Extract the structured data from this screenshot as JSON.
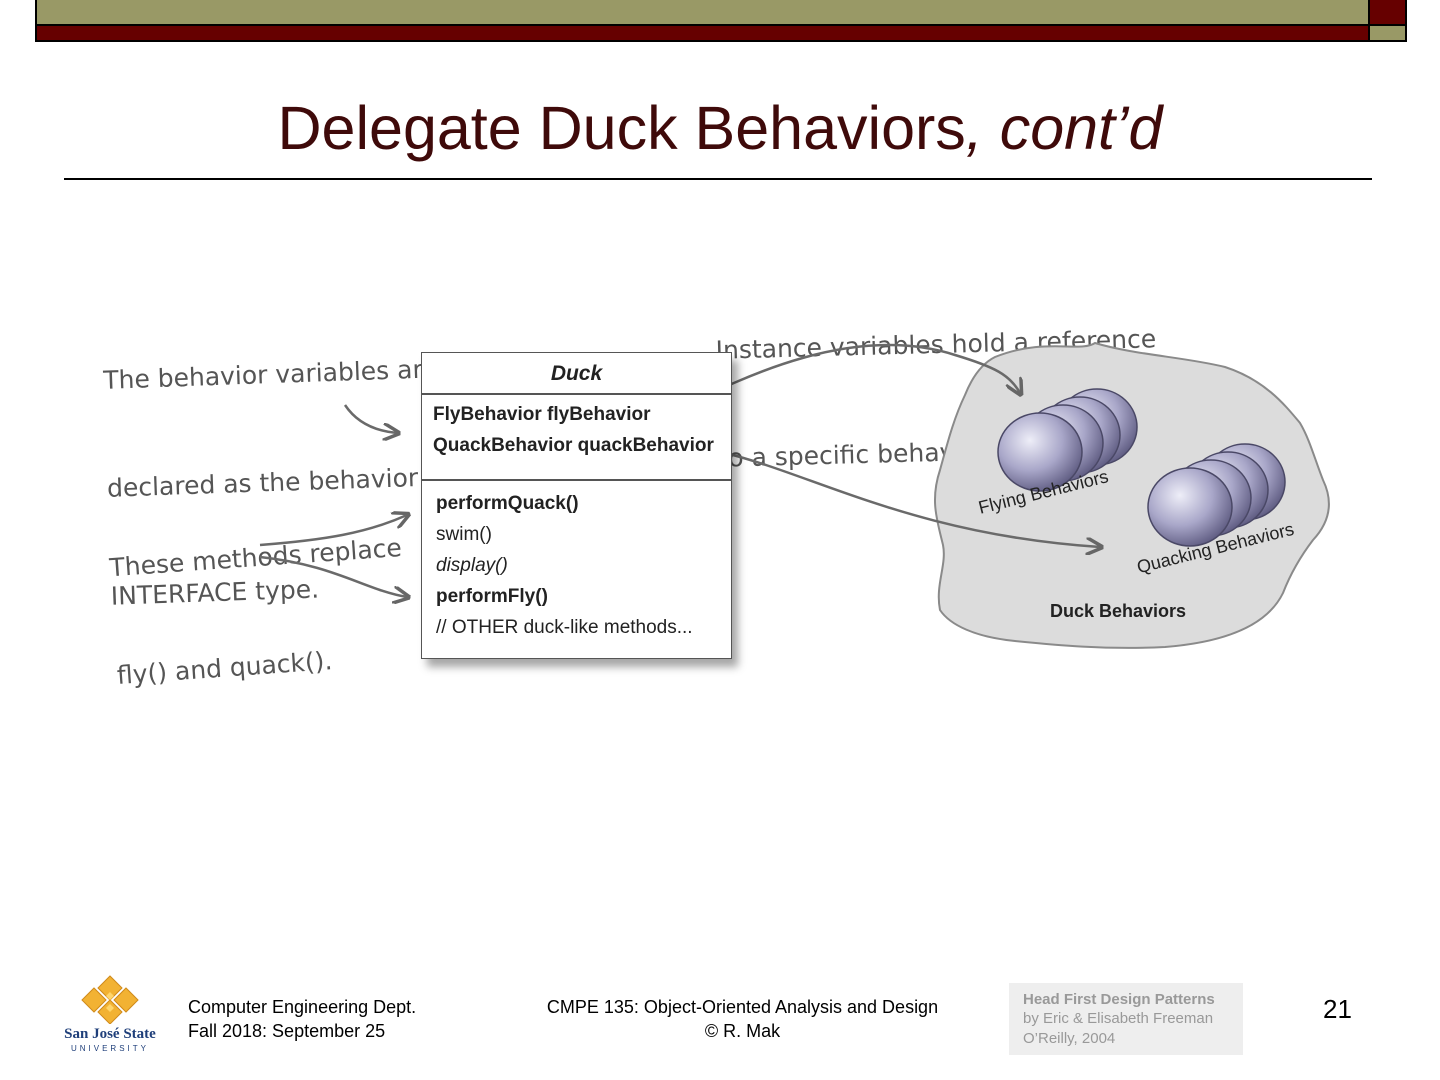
{
  "slide": {
    "title_main": "Delegate Duck Behaviors",
    "title_italic": ", cont’d",
    "number": "21"
  },
  "colors": {
    "olive": "#999966",
    "maroon": "#660000",
    "title": "#3f0a0a"
  },
  "figure": {
    "note_interface": [
      "The behavior variables are",
      "declared as the behavior",
      "INTERFACE type."
    ],
    "note_methods": [
      "These methods replace",
      "fly() and quack()."
    ],
    "note_instance": [
      "Instance variables hold a reference",
      "to a specific behavior at runtime."
    ],
    "duck_class": {
      "name": "Duck",
      "fields": [
        "FlyBehavior  flyBehavior",
        "QuackBehavior  quackBehavior"
      ],
      "methods": [
        "performQuack()",
        "swim()",
        "display()",
        "performFly()",
        "// OTHER duck-like methods..."
      ]
    },
    "behaviors": {
      "flying": "Flying Behaviors",
      "quacking": "Quacking Behaviors",
      "group": "Duck Behaviors"
    }
  },
  "footer": {
    "logo_name": "San José State",
    "logo_sub": "UNIVERSITY",
    "dept_line1": "Computer Engineering Dept.",
    "dept_line2": "Fall 2018: September 25",
    "course_line1": "CMPE 135: Object-Oriented Analysis and Design",
    "course_line2": "© R. Mak",
    "credit_line1": "Head First Design Patterns",
    "credit_line2": "by Eric & Elisabeth Freeman",
    "credit_line3": "O’Reilly, 2004"
  }
}
